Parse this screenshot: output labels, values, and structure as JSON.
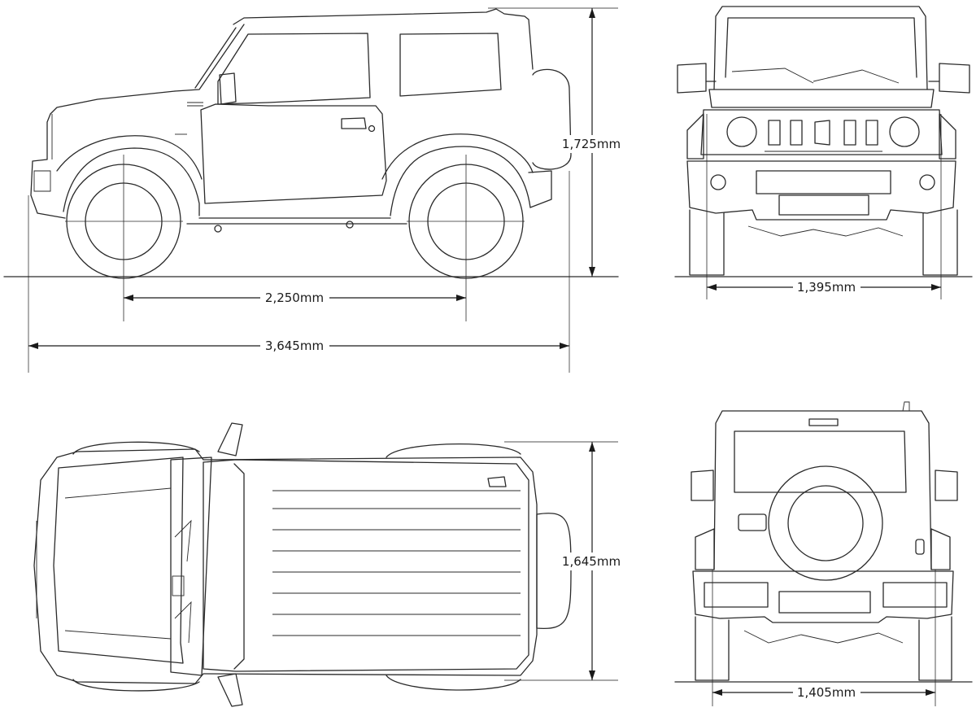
{
  "dimensions": {
    "wheelbase": "2,250mm",
    "overall_length": "3,645mm",
    "overall_height": "1,725mm",
    "front_track": "1,395mm",
    "overall_width": "1,645mm",
    "rear_track": "1,405mm"
  }
}
